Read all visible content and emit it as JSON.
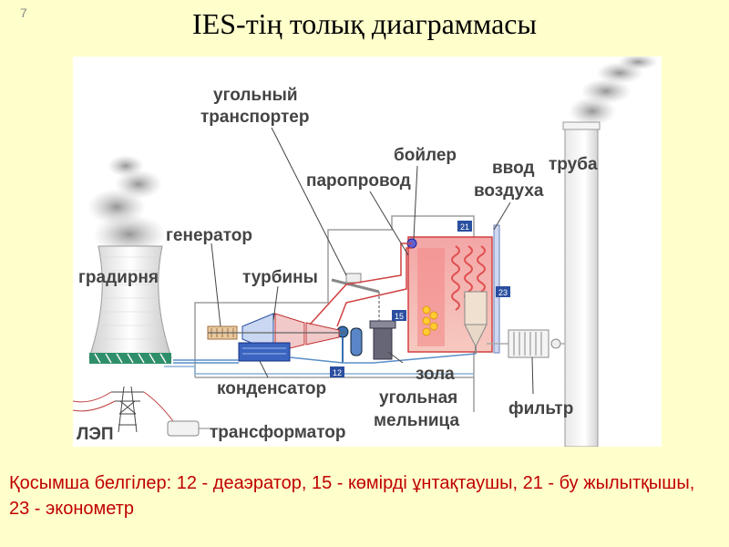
{
  "slide_number": "7",
  "title": "IES-тің толық диаграммасы",
  "labels": {
    "coal_transporter_1": "угольный",
    "coal_transporter_2": "транспортер",
    "boiler": "бойлер",
    "steam_pipe": "паропровод",
    "air_inlet_1": "ввод",
    "air_inlet_2": "воздуха",
    "chimney": "труба",
    "generator": "генератор",
    "cooling_tower": "градирня",
    "turbines": "турбины",
    "condenser": "конденсатор",
    "ash": "зола",
    "coal_mill_1": "угольная",
    "coal_mill_2": "мельница",
    "filter": "фильтр",
    "power_line": "ЛЭП",
    "transformer": "трансформатор"
  },
  "badges": {
    "b21": "21",
    "b23": "23",
    "b15": "15",
    "b12": "12"
  },
  "footer": "Қосымша белгілер: 12 - деаэратор, 15 - көмірді ұнтақтаушы, 21 - бу жылытқышы, 23 - эконометр"
}
